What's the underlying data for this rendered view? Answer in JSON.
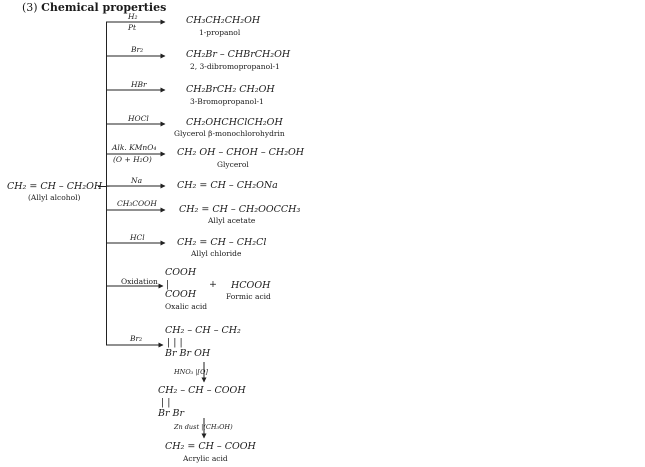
{
  "title": {
    "number": "(3)",
    "text": "Chemical properties"
  },
  "reactant": {
    "formula": "CH₂ = CH – CH₂OH –",
    "name": "(Allyl alcohol)"
  },
  "reactions": [
    {
      "reagent_top": "H₂",
      "reagent_bottom": "Pt",
      "product": "CH₃CH₂CH₂OH",
      "name": "1-propanol"
    },
    {
      "reagent_top": "Br₂",
      "product": "CH₂Br – CHBrCH₂OH",
      "name": "2, 3-dibromopropanol-1"
    },
    {
      "reagent_top": "HBr",
      "product": "CH₂BrCH₂ CH₂OH",
      "name": "3-Bromopropanol-1"
    },
    {
      "reagent_top": "HOCl",
      "product": "CH₂OHCHClCH₂OH",
      "name": "Glycerol β-monochlorohydrin"
    },
    {
      "reagent_top": "Alk. KMnO₄",
      "reagent_bottom": "(O + H₂O)",
      "product": "CH₂ OH – CHOH – CH₂OH",
      "name": "Glycerol"
    },
    {
      "reagent_top": "Na",
      "product": "CH₂ = CH – CH₂ONa"
    },
    {
      "reagent_top": "CH₃COOH",
      "product": "CH₂ = CH – CH₂OOCCH₃",
      "name": "Allyl acetate"
    },
    {
      "reagent_top": "HCl",
      "product": "CH₂ = CH – CH₂Cl",
      "name": "Allyl chloride"
    }
  ],
  "oxidation": {
    "reagent": "Oxidation",
    "oxalic_top": "COOH",
    "bond": "|",
    "oxalic_bottom": "COOH",
    "oxalic_name": "Oxalic acid",
    "plus": "+",
    "formic": "HCOOH",
    "formic_name": "Formic acid"
  },
  "bromination": {
    "reagent": "Br₂",
    "chain": "CH₂ – CH – CH₂",
    "bonds": "|        |        |",
    "subs": "Br    Br    OH",
    "step1_reagent": "HNO₃ |[O]",
    "chain2": "CH₂ – CH – COOH",
    "bonds2": "|        |",
    "subs2": "Br    Br",
    "step2_reagent": "Zn dust |(CH₃OH)",
    "final": "CH₂ = CH – COOH",
    "final_name": "Acrylic acid"
  }
}
